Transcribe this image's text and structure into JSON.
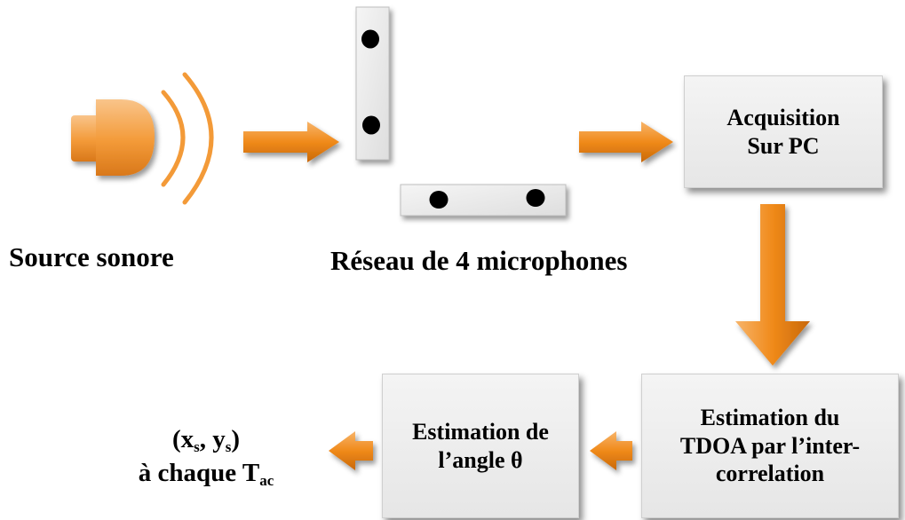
{
  "source": {
    "label": "Source sonore"
  },
  "array": {
    "label": "Réseau de 4 microphones"
  },
  "acquisition": {
    "line1": "Acquisition",
    "line2": "Sur PC"
  },
  "tdoa": {
    "line1": "Estimation du",
    "line2": "TDOA par l’inter-",
    "line3": "correlation"
  },
  "angle": {
    "line1": "Estimation de",
    "line2": "l’angle θ"
  },
  "result": {
    "open_x": "(x",
    "sub_s1": "s",
    "comma_y": ", y",
    "sub_s2": "s",
    "close": ")",
    "line2_text": "à chaque T",
    "sub_ac": "ac"
  },
  "colors": {
    "arrow": "#f08a1a",
    "speaker": "#f39a38",
    "box": "#ececec",
    "mic_dot": "#000000"
  }
}
